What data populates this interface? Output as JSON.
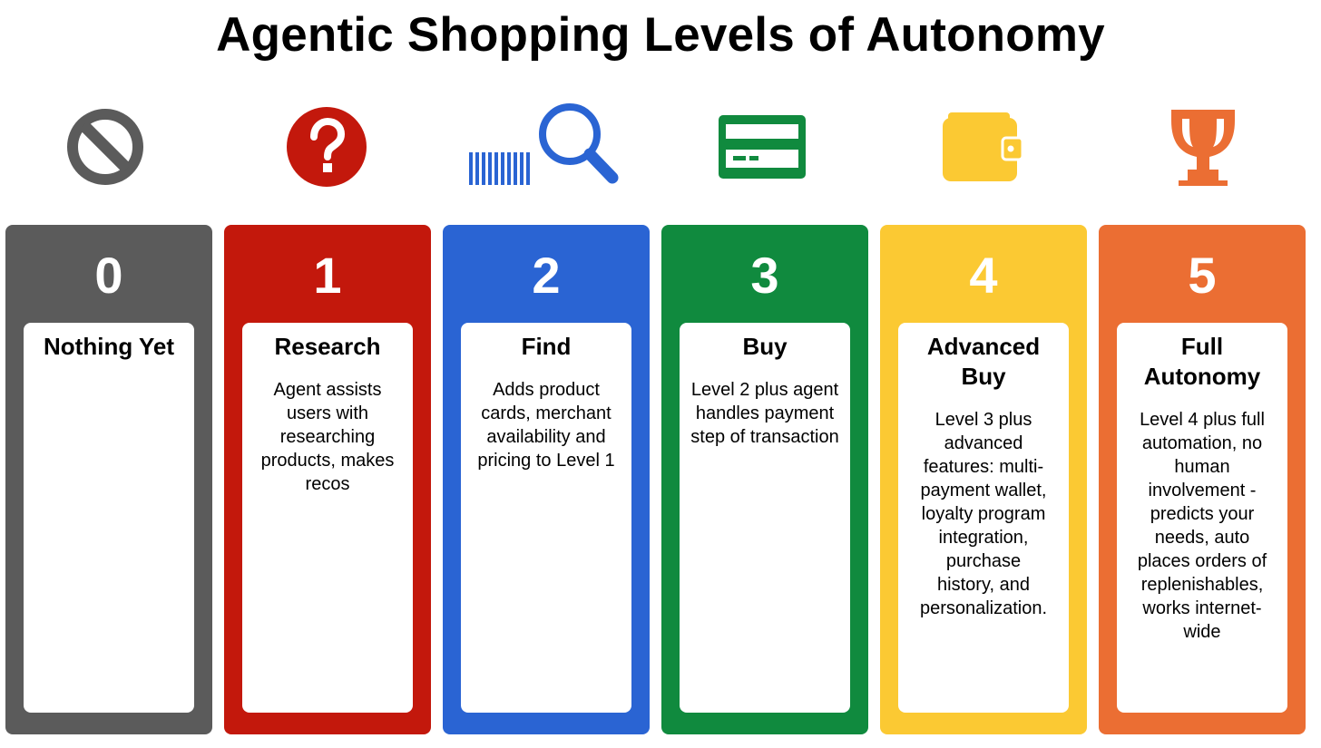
{
  "title": "Agentic Shopping Levels of Autonomy",
  "levels": [
    {
      "number": "0",
      "name": "Nothing Yet",
      "description": "",
      "color": "#5b5b5b",
      "icon": "no-entry-icon"
    },
    {
      "number": "1",
      "name": "Research",
      "description": "Agent assists users with researching products, makes recos",
      "color": "#c3180c",
      "icon": "question-mark-icon"
    },
    {
      "number": "2",
      "name": "Find",
      "description": "Adds product cards, merchant availability and pricing to Level 1",
      "color": "#2a64d3",
      "icon": "barcode-search-icon"
    },
    {
      "number": "3",
      "name": "Buy",
      "description": "Level 2 plus agent handles payment step of transaction",
      "color": "#108a3e",
      "icon": "credit-card-icon"
    },
    {
      "number": "4",
      "name": "Advanced Buy",
      "description": "Level 3 plus advanced features: multi-payment wallet, loyalty program integration, purchase history, and personalization.",
      "color": "#fbc933",
      "icon": "wallet-icon"
    },
    {
      "number": "5",
      "name": "Full Autonomy",
      "description": "Level 4 plus full automation, no human involvement - predicts your needs, auto places orders of replenishables, works internet-wide",
      "color": "#eb6e33",
      "icon": "trophy-icon"
    }
  ]
}
